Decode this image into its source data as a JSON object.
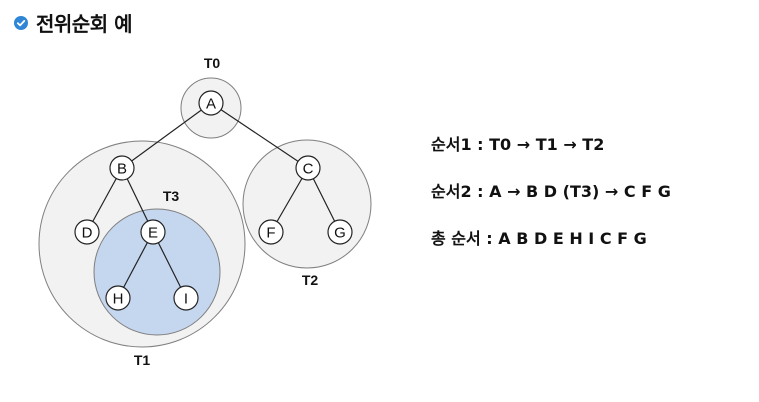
{
  "title": "전위순회 예",
  "colors": {
    "bullet": "#2f86d6",
    "subtree_fill": "#f2f2f2",
    "subtree_stroke": "#7f7f7f",
    "inner_subtree_fill": "#c5d6ef",
    "node_fill": "#ffffff",
    "edge": "#222222"
  },
  "icons": {
    "bullet": "check-circle-icon"
  },
  "tree": {
    "subtree_labels": {
      "t0": "T0",
      "t1": "T1",
      "t2": "T2",
      "t3": "T3"
    },
    "nodes": {
      "a": "A",
      "b": "B",
      "c": "C",
      "d": "D",
      "e": "E",
      "f": "F",
      "g": "G",
      "h": "H",
      "i": "I"
    }
  },
  "orders": {
    "line1": "순서1 : T0 → T1 → T2",
    "line2": "순서2 :  A → B D (T3) → C F G",
    "line3": "총 순서 : A  B  D  E  H  I  C  F  G"
  }
}
